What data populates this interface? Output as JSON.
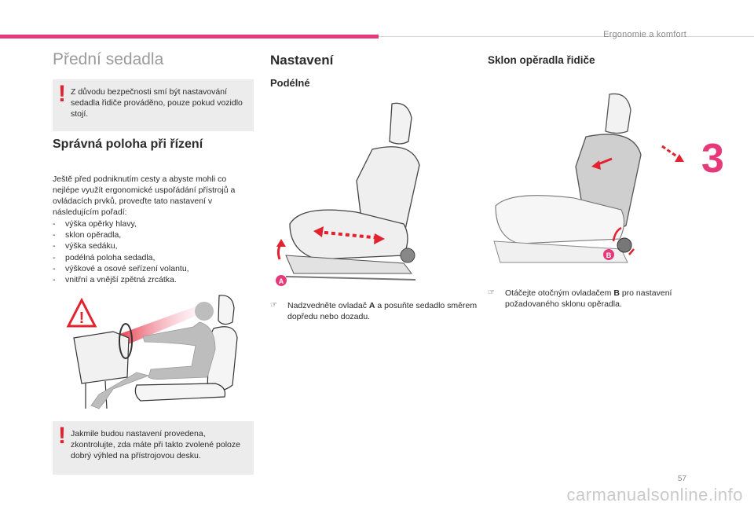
{
  "header": {
    "chapter": "Ergonomie a komfort",
    "chapter_number": "3",
    "page_number": "57"
  },
  "col1": {
    "title": "Přední sedadla",
    "warning1": "Z důvodu bezpečnosti smí být nastavování sedadla řidiče prováděno, pouze pokud vozidlo stojí.",
    "section_title": "Správná poloha při řízení",
    "intro": "Ještě před podniknutím cesty a abyste mohli co nejlépe využít ergonomické uspořádání přístrojů a ovládacích prvků, proveďte tato nastavení v následujícím pořadí:",
    "list": [
      "výška opěrky hlavy,",
      "sklon opěradla,",
      "výška sedáku,",
      "podélná poloha sedadla,",
      "výškové a osové seřízení volantu,",
      "vnitřní a vnější zpětná zrcátka."
    ],
    "warning2": "Jakmile budou nastavení provedena, zkontrolujte, zda máte při takto zvolené poloze dobrý výhled na přístrojovou desku."
  },
  "col2": {
    "title": "Nastavení",
    "subtitle": "Podélné",
    "label_A": "A",
    "note_before": "Nadzvedněte ovladač ",
    "note_bold": "A",
    "note_after": " a posuňte sedadlo směrem dopředu nebo dozadu."
  },
  "col3": {
    "title": "Sklon opěradla řidiče",
    "label_B": "B",
    "note_before": "Otáčejte otočným ovladačem ",
    "note_bold": "B",
    "note_after": " pro nastavení požadovaného sklonu opěradla."
  },
  "watermark": "carmanualsonline.info",
  "colors": {
    "accent": "#e6397a",
    "warning": "#e3222f",
    "box": "#ececec"
  }
}
